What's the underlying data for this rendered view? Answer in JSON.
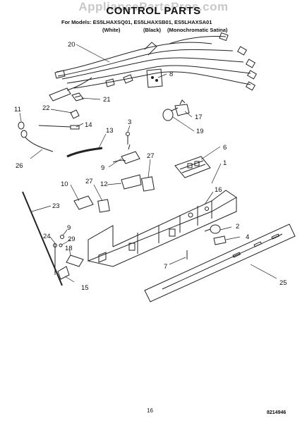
{
  "header": {
    "watermark": "AppliancePartsPros.com",
    "title": "CONTROL PARTS",
    "models_line": "For Models: ES5LHAXSQ01, ES5LHAXSB01, ES5LHAXSA01",
    "color_white": "(White)",
    "color_black": "(Black)",
    "color_mono": "(Monochromatic Satina)"
  },
  "footer": {
    "page_number": "16",
    "document_number": "8214946"
  },
  "callouts": [
    "20",
    "8",
    "21",
    "22",
    "14",
    "11",
    "13",
    "3",
    "17",
    "19",
    "26",
    "9",
    "27",
    "6",
    "1",
    "10",
    "27",
    "12",
    "16",
    "23",
    "9",
    "2",
    "29",
    "4",
    "24",
    "18",
    "7",
    "15",
    "25"
  ]
}
